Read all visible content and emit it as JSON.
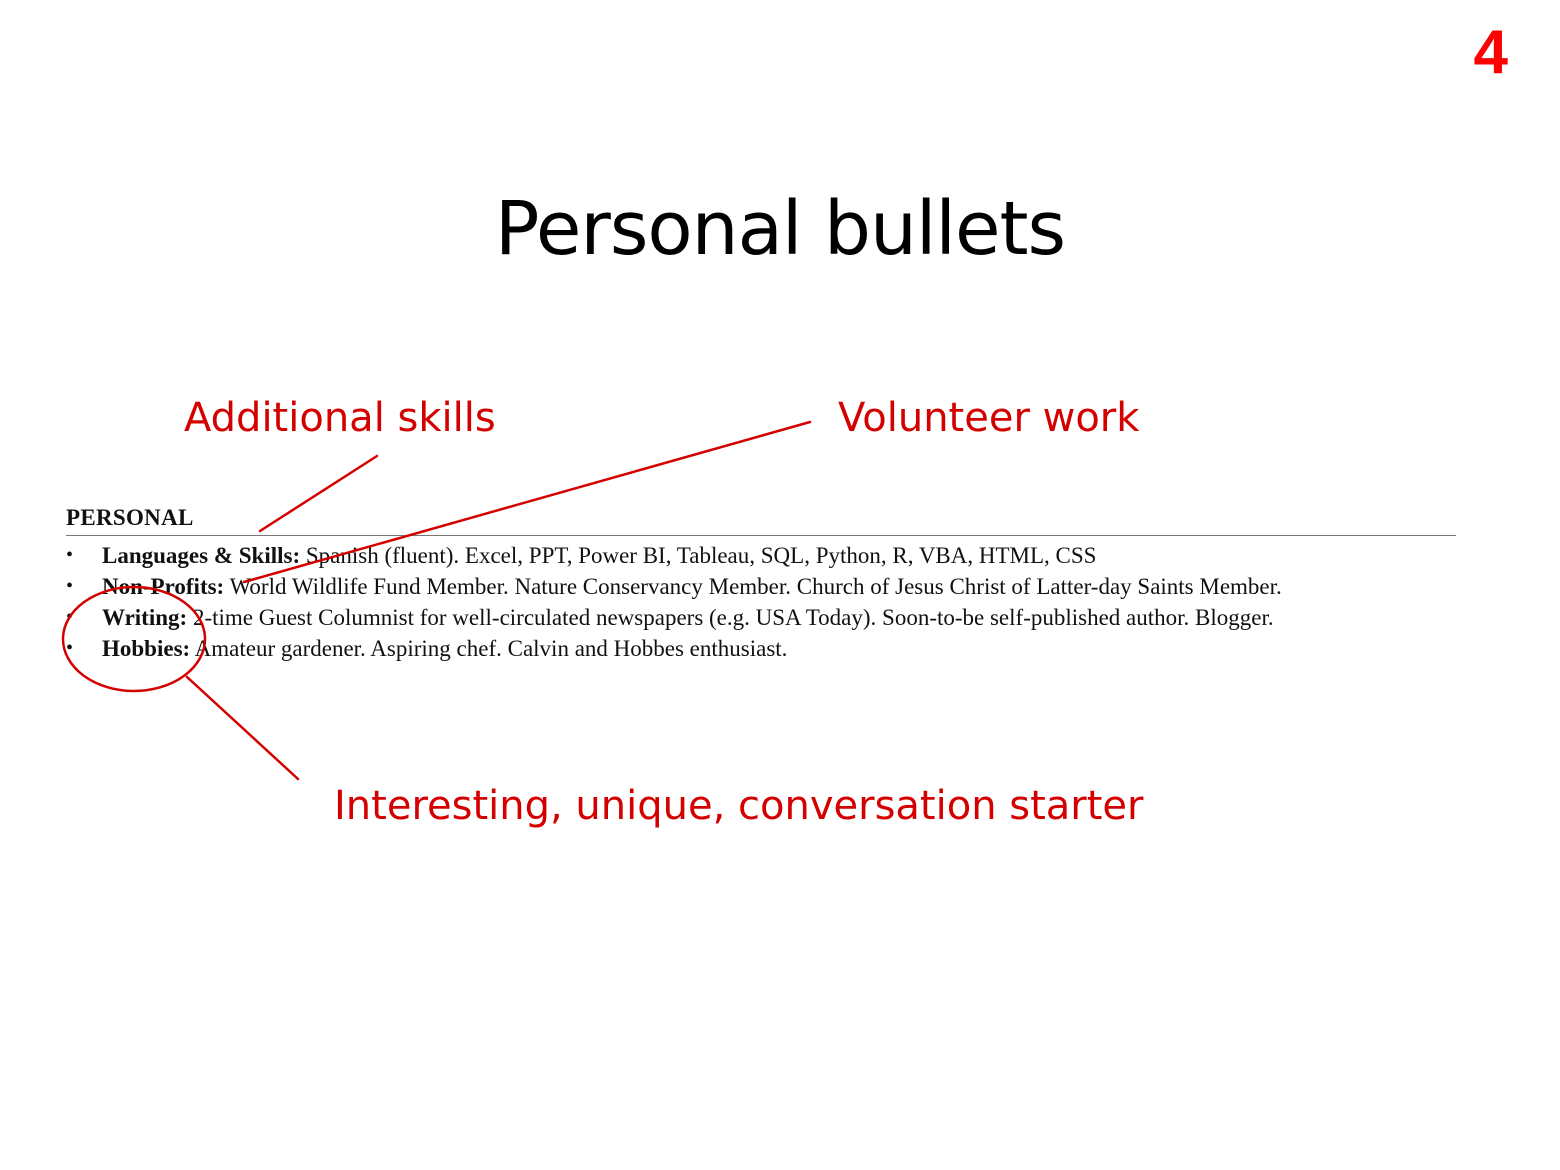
{
  "slide": {
    "number": "4",
    "title": "Personal bullets"
  },
  "annotations": {
    "additional_skills": "Additional skills",
    "volunteer_work": "Volunteer work",
    "interesting": "Interesting, unique, conversation starter",
    "color": "#d40000"
  },
  "resume": {
    "heading": "PERSONAL",
    "bullet": "•",
    "items": [
      {
        "label": "Languages & Skills:",
        "text": " Spanish (fluent). Excel, PPT, Power BI, Tableau, SQL, Python, R, VBA, HTML, CSS"
      },
      {
        "label": "Non-Profits:",
        "text": " World Wildlife Fund Member. Nature Conservancy Member. Church of Jesus Christ of Latter-day Saints Member."
      },
      {
        "label": "Writing:",
        "text": " 2-time Guest Columnist for well-circulated newspapers (e.g. USA Today). Soon-to-be self-published author. Blogger."
      },
      {
        "label": "Hobbies:",
        "text": " Amateur gardener. Aspiring chef. Calvin and Hobbes enthusiast."
      }
    ]
  }
}
